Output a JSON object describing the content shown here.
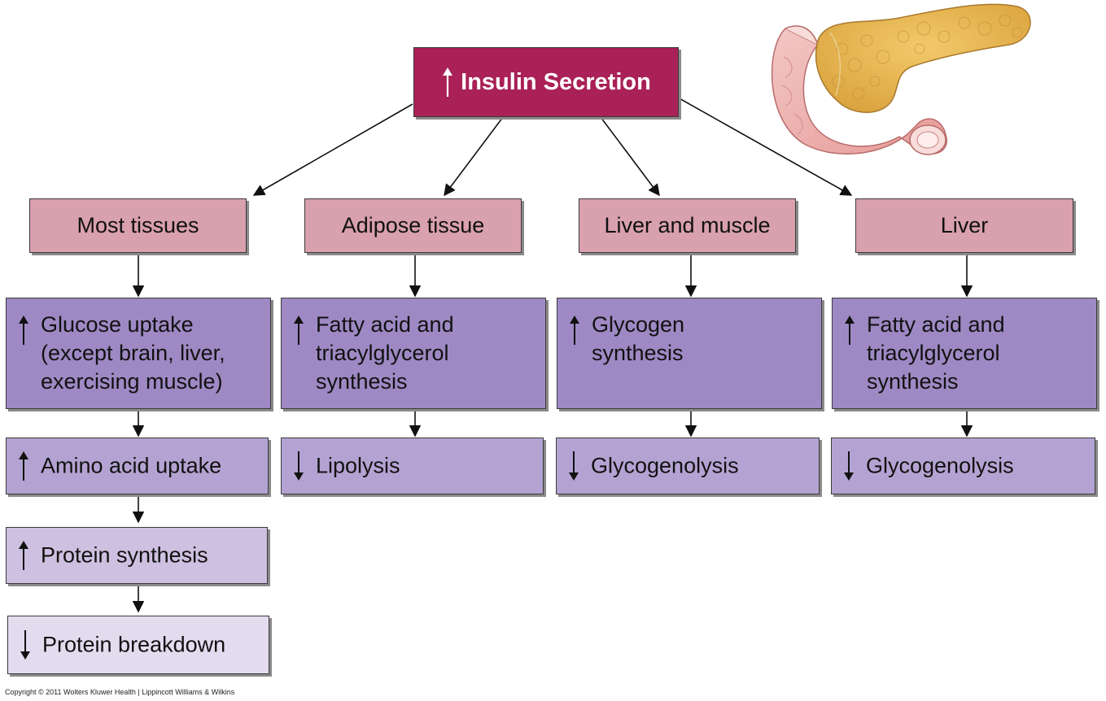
{
  "top": {
    "label": "Insulin Secretion",
    "direction": "up"
  },
  "tissues": [
    {
      "label": "Most tissues",
      "effects": [
        {
          "direction": "up",
          "text": "Glucose uptake\n(except brain, liver,\nexercising muscle)"
        },
        {
          "direction": "up",
          "text": "Amino acid uptake"
        },
        {
          "direction": "up",
          "text": "Protein synthesis"
        },
        {
          "direction": "down",
          "text": "Protein breakdown"
        }
      ]
    },
    {
      "label": "Adipose tissue",
      "effects": [
        {
          "direction": "up",
          "text": "Fatty acid and\ntriacylglycerol\nsynthesis"
        },
        {
          "direction": "down",
          "text": "Lipolysis"
        }
      ]
    },
    {
      "label": "Liver and muscle",
      "effects": [
        {
          "direction": "up",
          "text": "Glycogen\nsynthesis"
        },
        {
          "direction": "down",
          "text": "Glycogenolysis"
        }
      ]
    },
    {
      "label": "Liver",
      "effects": [
        {
          "direction": "up",
          "text": "Fatty acid and\ntriacylglycerol\nsynthesis"
        },
        {
          "direction": "down",
          "text": "Glycogenolysis"
        }
      ]
    }
  ],
  "copyright": "Copyright © 2011 Wolters Kluwer Health | Lippincott Williams & Wilkins",
  "colors": {
    "top_box": "#a92156",
    "tissue_box": "#d9a0ae",
    "effect_level_1": "#9e89c4",
    "effect_level_2": "#b4a3d2",
    "effect_level_3": "#cdc0e0",
    "effect_level_4": "#e3dcef"
  },
  "illustration": "pancreas-with-duodenum"
}
